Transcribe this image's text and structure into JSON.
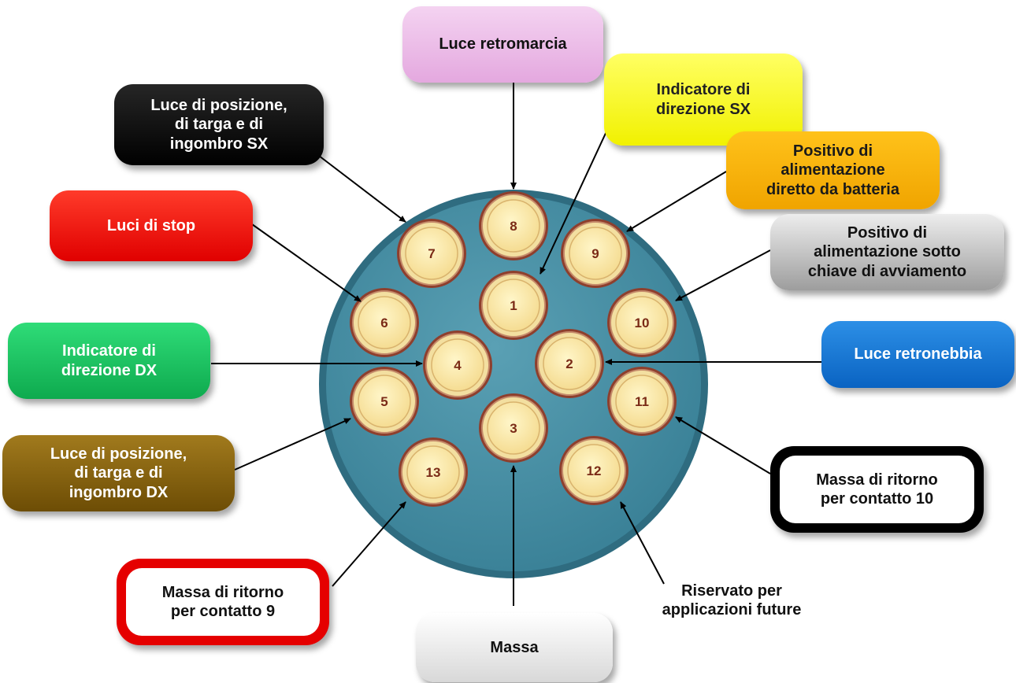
{
  "labels": {
    "luce_retromarcia": [
      "Luce retromarcia"
    ],
    "indicatore_sx": [
      "Indicatore di",
      "direzione SX"
    ],
    "luce_posizione_sx": [
      "Luce  di posizione,",
      "di targa e di",
      "ingombro  SX"
    ],
    "positivo_batteria": [
      "Positivo di",
      "alimentazione",
      "diretto da batteria"
    ],
    "luci_stop": [
      "Luci  di stop"
    ],
    "positivo_chiave": [
      "Positivo di",
      "alimentazione sotto",
      "chiave di avviamento"
    ],
    "indicatore_dx": [
      "Indicatore di",
      "direzione DX"
    ],
    "luce_retronebbia": [
      "Luce retronebbia"
    ],
    "luce_posizione_dx": [
      "Luce  di posizione,",
      "di targa e di",
      "ingombro  DX"
    ],
    "massa_ritorno_10": [
      "Massa di ritorno",
      "per contatto 10"
    ],
    "massa_ritorno_9": [
      "Massa di ritorno",
      "per contatto 9"
    ],
    "riservato": [
      "Riservato per",
      "applicazioni future"
    ],
    "massa": [
      "Massa"
    ]
  },
  "pins": [
    "1",
    "2",
    "3",
    "4",
    "5",
    "6",
    "7",
    "8",
    "9",
    "10",
    "11",
    "12",
    "13"
  ],
  "colors": {
    "connector_face": "#4f93a8",
    "connector_rim": "#36768b",
    "pin_fill": "#fdeeb3",
    "pin_ring": "#b56b57",
    "pin_text": "#7a2a16"
  }
}
